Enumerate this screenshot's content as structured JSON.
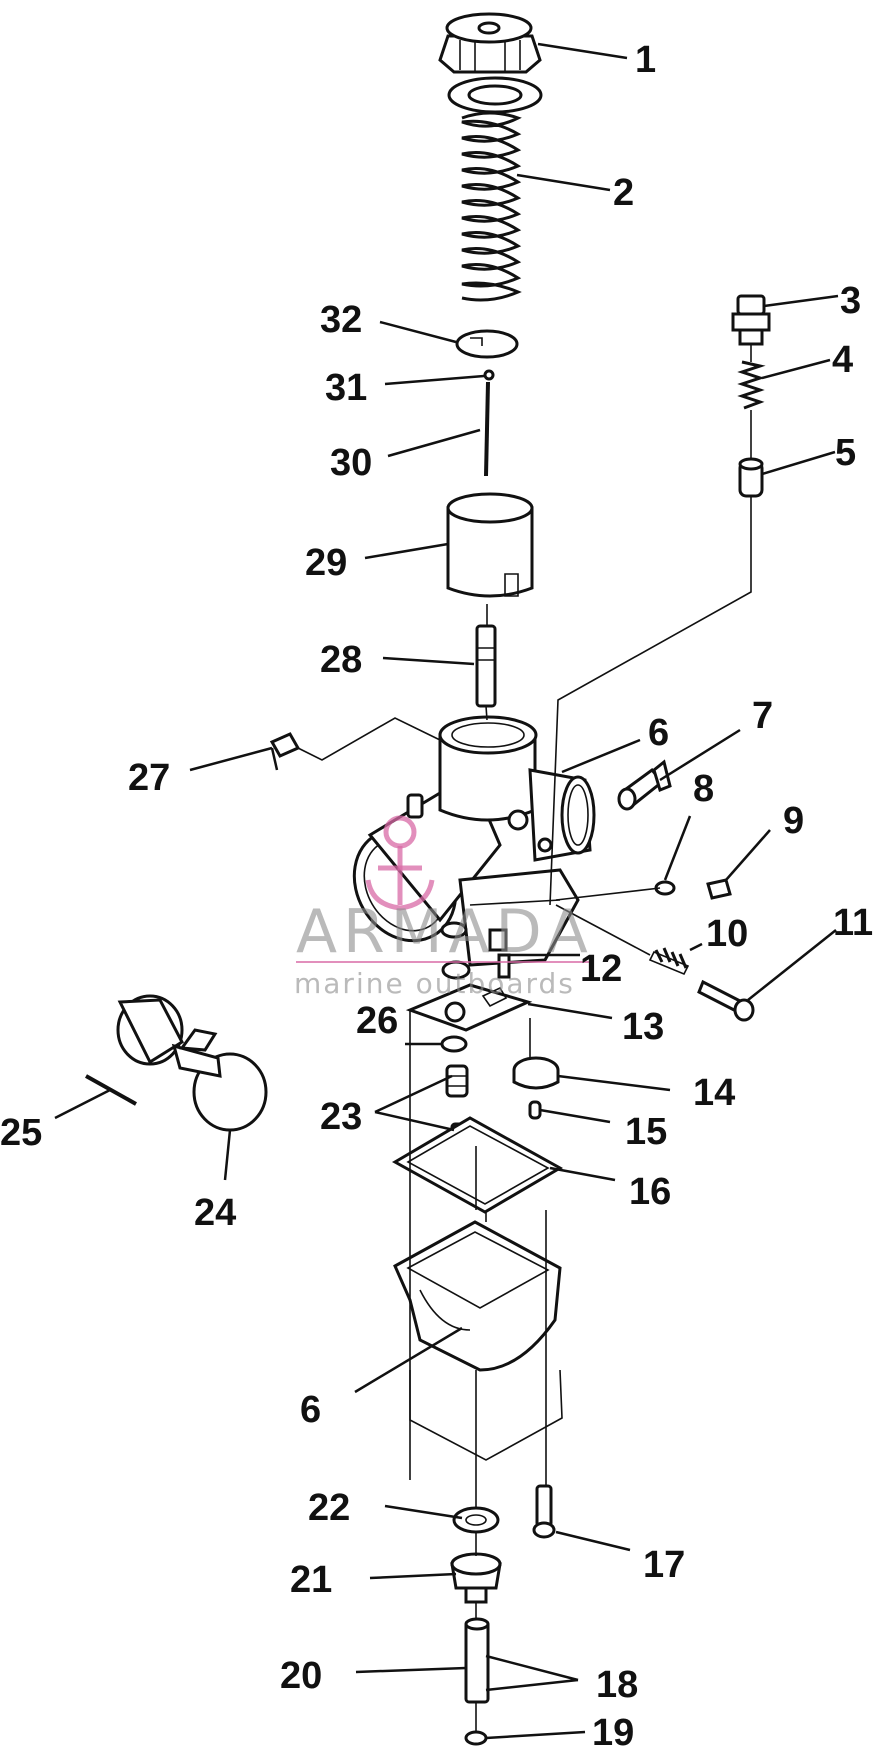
{
  "callouts": {
    "c1": "1",
    "c2": "2",
    "c3": "3",
    "c4": "4",
    "c5": "5",
    "c6a": "6",
    "c6b": "6",
    "c7": "7",
    "c8": "8",
    "c9": "9",
    "c10": "10",
    "c11": "11",
    "c12": "12",
    "c13": "13",
    "c14": "14",
    "c15": "15",
    "c16": "16",
    "c17": "17",
    "c18": "18",
    "c19": "19",
    "c20": "20",
    "c21": "21",
    "c22": "22",
    "c23": "23",
    "c24": "24",
    "c25": "25",
    "c26": "26",
    "c27": "27",
    "c28": "28",
    "c29": "29",
    "c30": "30",
    "c31": "31",
    "c32": "32"
  },
  "watermark": {
    "brand": "ARMADA",
    "tagline": "marine outboards"
  },
  "colors": {
    "line": "#111111",
    "watermark_gray": "#8c8c8c",
    "watermark_pink": "#d86aa6"
  }
}
